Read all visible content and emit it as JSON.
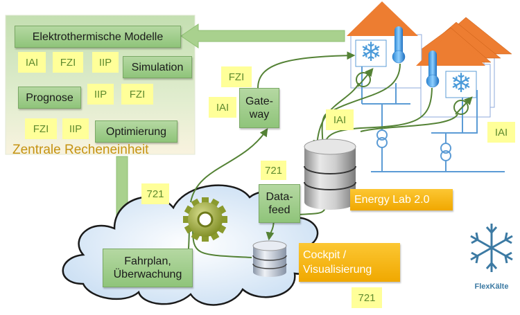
{
  "central_unit": {
    "title": "Zentrale Recheneinheit",
    "modules": {
      "models": "Elektrothermische Modelle",
      "simulation": "Simulation",
      "forecast": "Prognose",
      "optimization": "Optimierung"
    },
    "tags": {
      "sim_1": "IAI",
      "sim_2": "FZI",
      "sim_3": "IIP",
      "prog_1": "IIP",
      "prog_2": "FZI",
      "opt_1": "FZI",
      "opt_2": "IIP"
    }
  },
  "gateway": {
    "label_line1": "Gate-",
    "label_line2": "way",
    "tag_top": "FZI",
    "tag_left": "IAI"
  },
  "datafeed": {
    "label_line1": "Data-",
    "label_line2": "feed",
    "tag": "721"
  },
  "energy_lab": {
    "label": "Energy Lab 2.0"
  },
  "cloud": {
    "tag": "721",
    "schedule_line1": "Fahrplan,",
    "schedule_line2": "Überwachung"
  },
  "cockpit": {
    "label_line1": "Cockpit /",
    "label_line2": "Visualisierung",
    "tag": "721"
  },
  "grid": {
    "tag_center": "IAI",
    "tag_right": "IAI"
  },
  "logo": {
    "name": "FlexKälte"
  },
  "colors": {
    "green_box": "#9ccc86",
    "tag_yellow": "#ffff99",
    "tag_text": "#5e8a2e",
    "orange_box": "#f7b819",
    "roof": "#ed7d31",
    "grid_line": "#5b9bd5",
    "connector": "#548235",
    "gear": "#8a9a2e",
    "logo_blue": "#3c7aa3"
  }
}
